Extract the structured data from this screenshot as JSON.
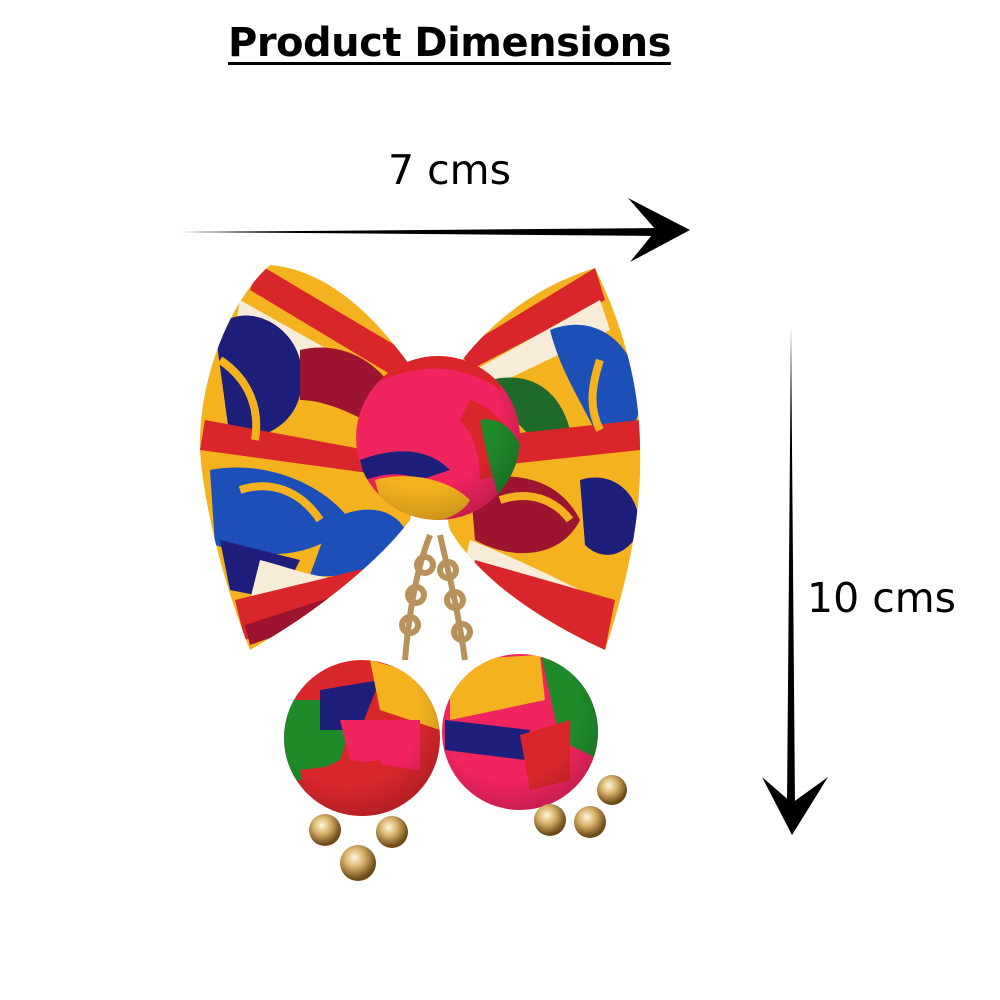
{
  "title": "Product Dimensions",
  "dimensions": {
    "width_label": "7 cms",
    "height_label": "10 cms"
  },
  "product": {
    "icon": "embroidered-bow-hair-clip-with-pompoms-and-bells",
    "colors": {
      "red": "#d9262b",
      "yellow": "#f4b21f",
      "blue": "#1d4fb8",
      "navy": "#1d1f7a",
      "green": "#1f8a2a",
      "pink": "#f0245f",
      "maroon": "#9d1430",
      "cream": "#f6ecd8",
      "gold": "#c9a25a"
    }
  }
}
